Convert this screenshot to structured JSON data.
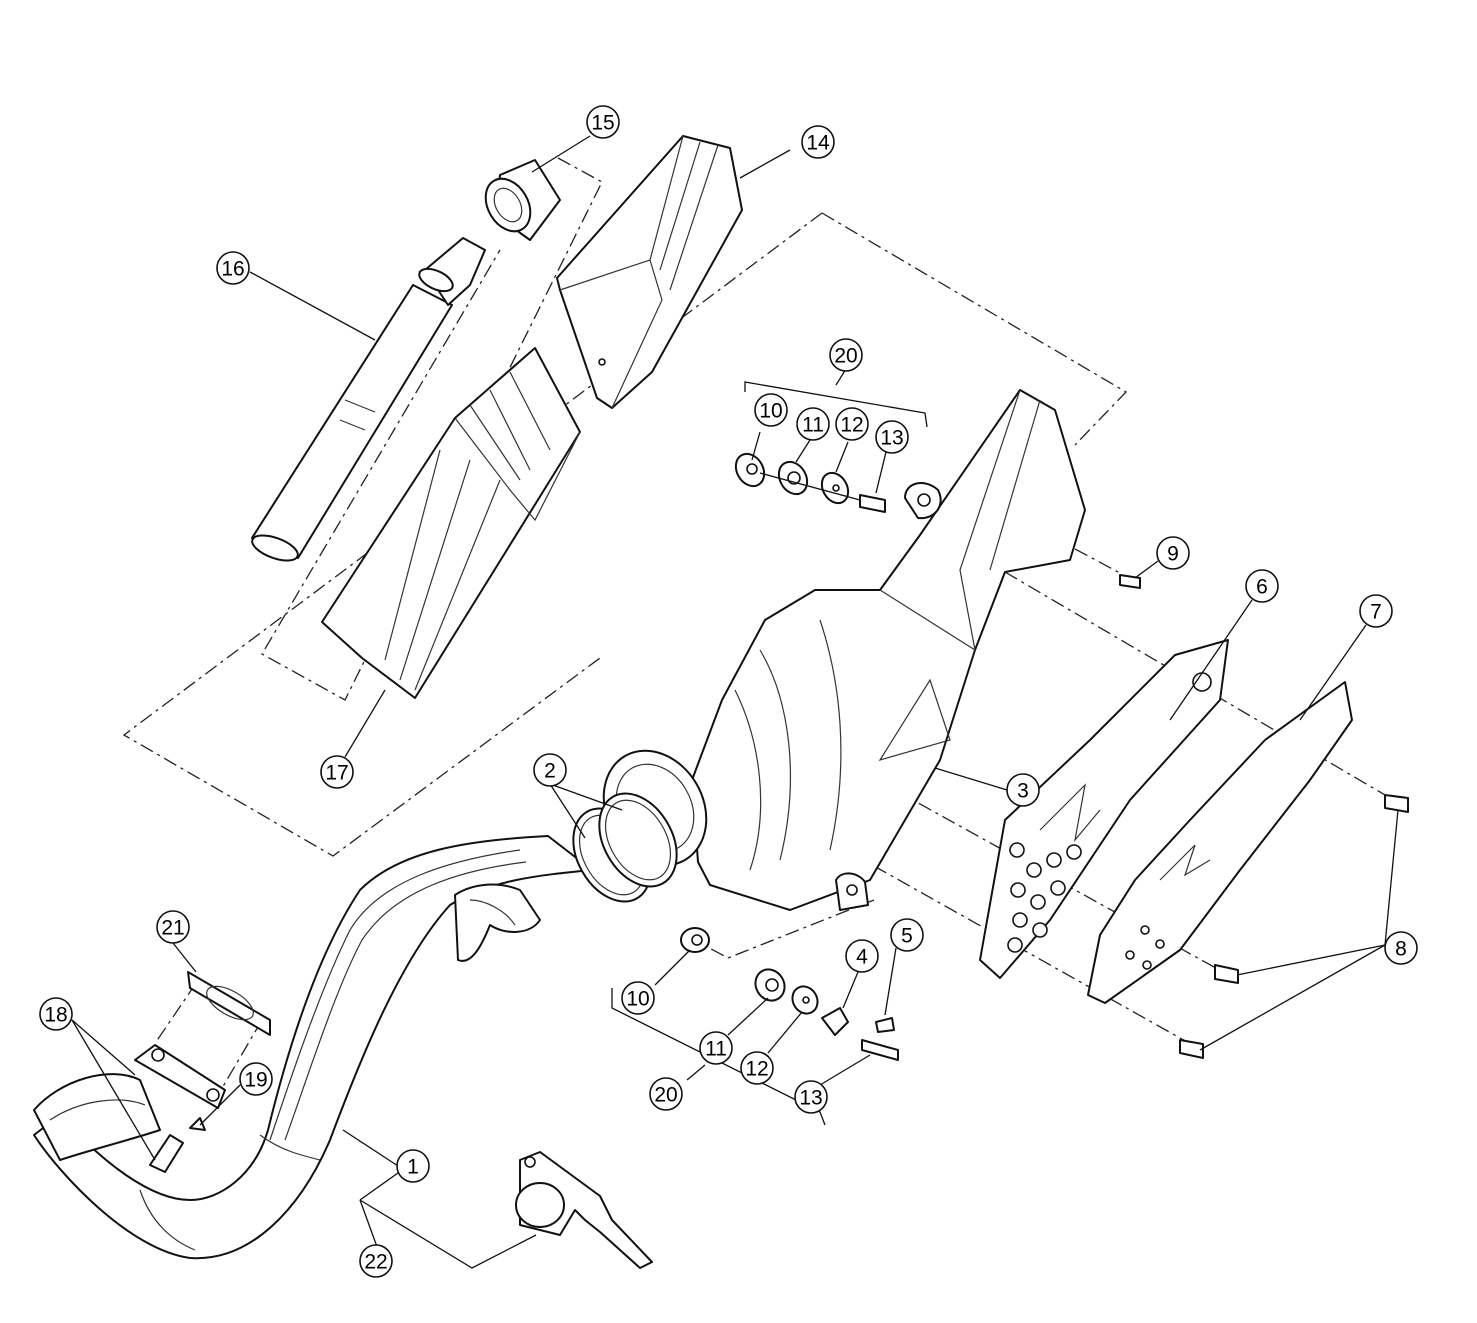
{
  "callouts": [
    {
      "id": "c1",
      "label": "1"
    },
    {
      "id": "c2",
      "label": "2"
    },
    {
      "id": "c3",
      "label": "3"
    },
    {
      "id": "c4",
      "label": "4"
    },
    {
      "id": "c5",
      "label": "5"
    },
    {
      "id": "c6",
      "label": "6"
    },
    {
      "id": "c7",
      "label": "7"
    },
    {
      "id": "c8",
      "label": "8"
    },
    {
      "id": "c9",
      "label": "9"
    },
    {
      "id": "c10a",
      "label": "10"
    },
    {
      "id": "c10b",
      "label": "10"
    },
    {
      "id": "c11a",
      "label": "11"
    },
    {
      "id": "c11b",
      "label": "11"
    },
    {
      "id": "c12a",
      "label": "12"
    },
    {
      "id": "c12b",
      "label": "12"
    },
    {
      "id": "c13a",
      "label": "13"
    },
    {
      "id": "c13b",
      "label": "13"
    },
    {
      "id": "c14",
      "label": "14"
    },
    {
      "id": "c15",
      "label": "15"
    },
    {
      "id": "c16",
      "label": "16"
    },
    {
      "id": "c17",
      "label": "17"
    },
    {
      "id": "c18",
      "label": "18"
    },
    {
      "id": "c19",
      "label": "19"
    },
    {
      "id": "c20a",
      "label": "20"
    },
    {
      "id": "c20b",
      "label": "20"
    },
    {
      "id": "c21",
      "label": "21"
    },
    {
      "id": "c22",
      "label": "22"
    }
  ]
}
